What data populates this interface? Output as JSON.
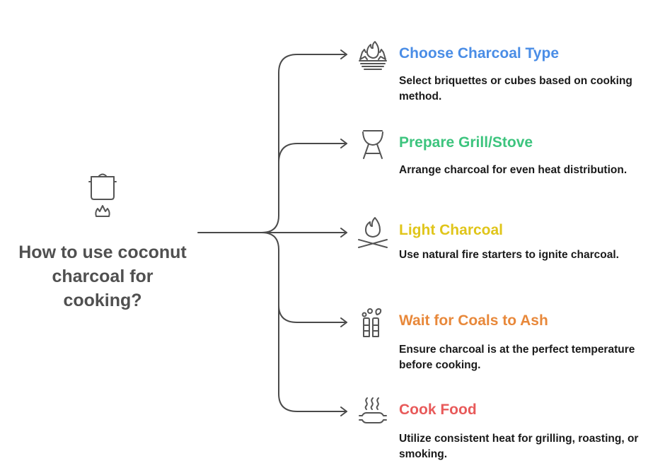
{
  "root": {
    "icon": "pot-on-flame-icon",
    "title": "How to use coconut charcoal for cooking?"
  },
  "steps": [
    {
      "icon": "charcoal-fire-icon",
      "title": "Choose Charcoal Type",
      "description": "Select briquettes or cubes based on cooking method.",
      "color": "#4a8de6"
    },
    {
      "icon": "grill-icon",
      "title": "Prepare Grill/Stove",
      "description": "Arrange charcoal for even heat distribution.",
      "color": "#3dc47e"
    },
    {
      "icon": "campfire-icon",
      "title": "Light Charcoal",
      "description": "Use natural fire starters to ignite charcoal.",
      "color": "#e0c51a"
    },
    {
      "icon": "smokestacks-icon",
      "title": "Wait for Coals to Ash",
      "description": "Ensure charcoal is at the perfect temperature before cooking.",
      "color": "#e8883a"
    },
    {
      "icon": "steaming-dish-icon",
      "title": "Cook Food",
      "description": "Utilize consistent heat for grilling, roasting, or smoking.",
      "color": "#e85a5a"
    }
  ],
  "colors": {
    "line": "#4a4a4a",
    "root_text": "#505050",
    "description_text": "#1a1a1a"
  }
}
